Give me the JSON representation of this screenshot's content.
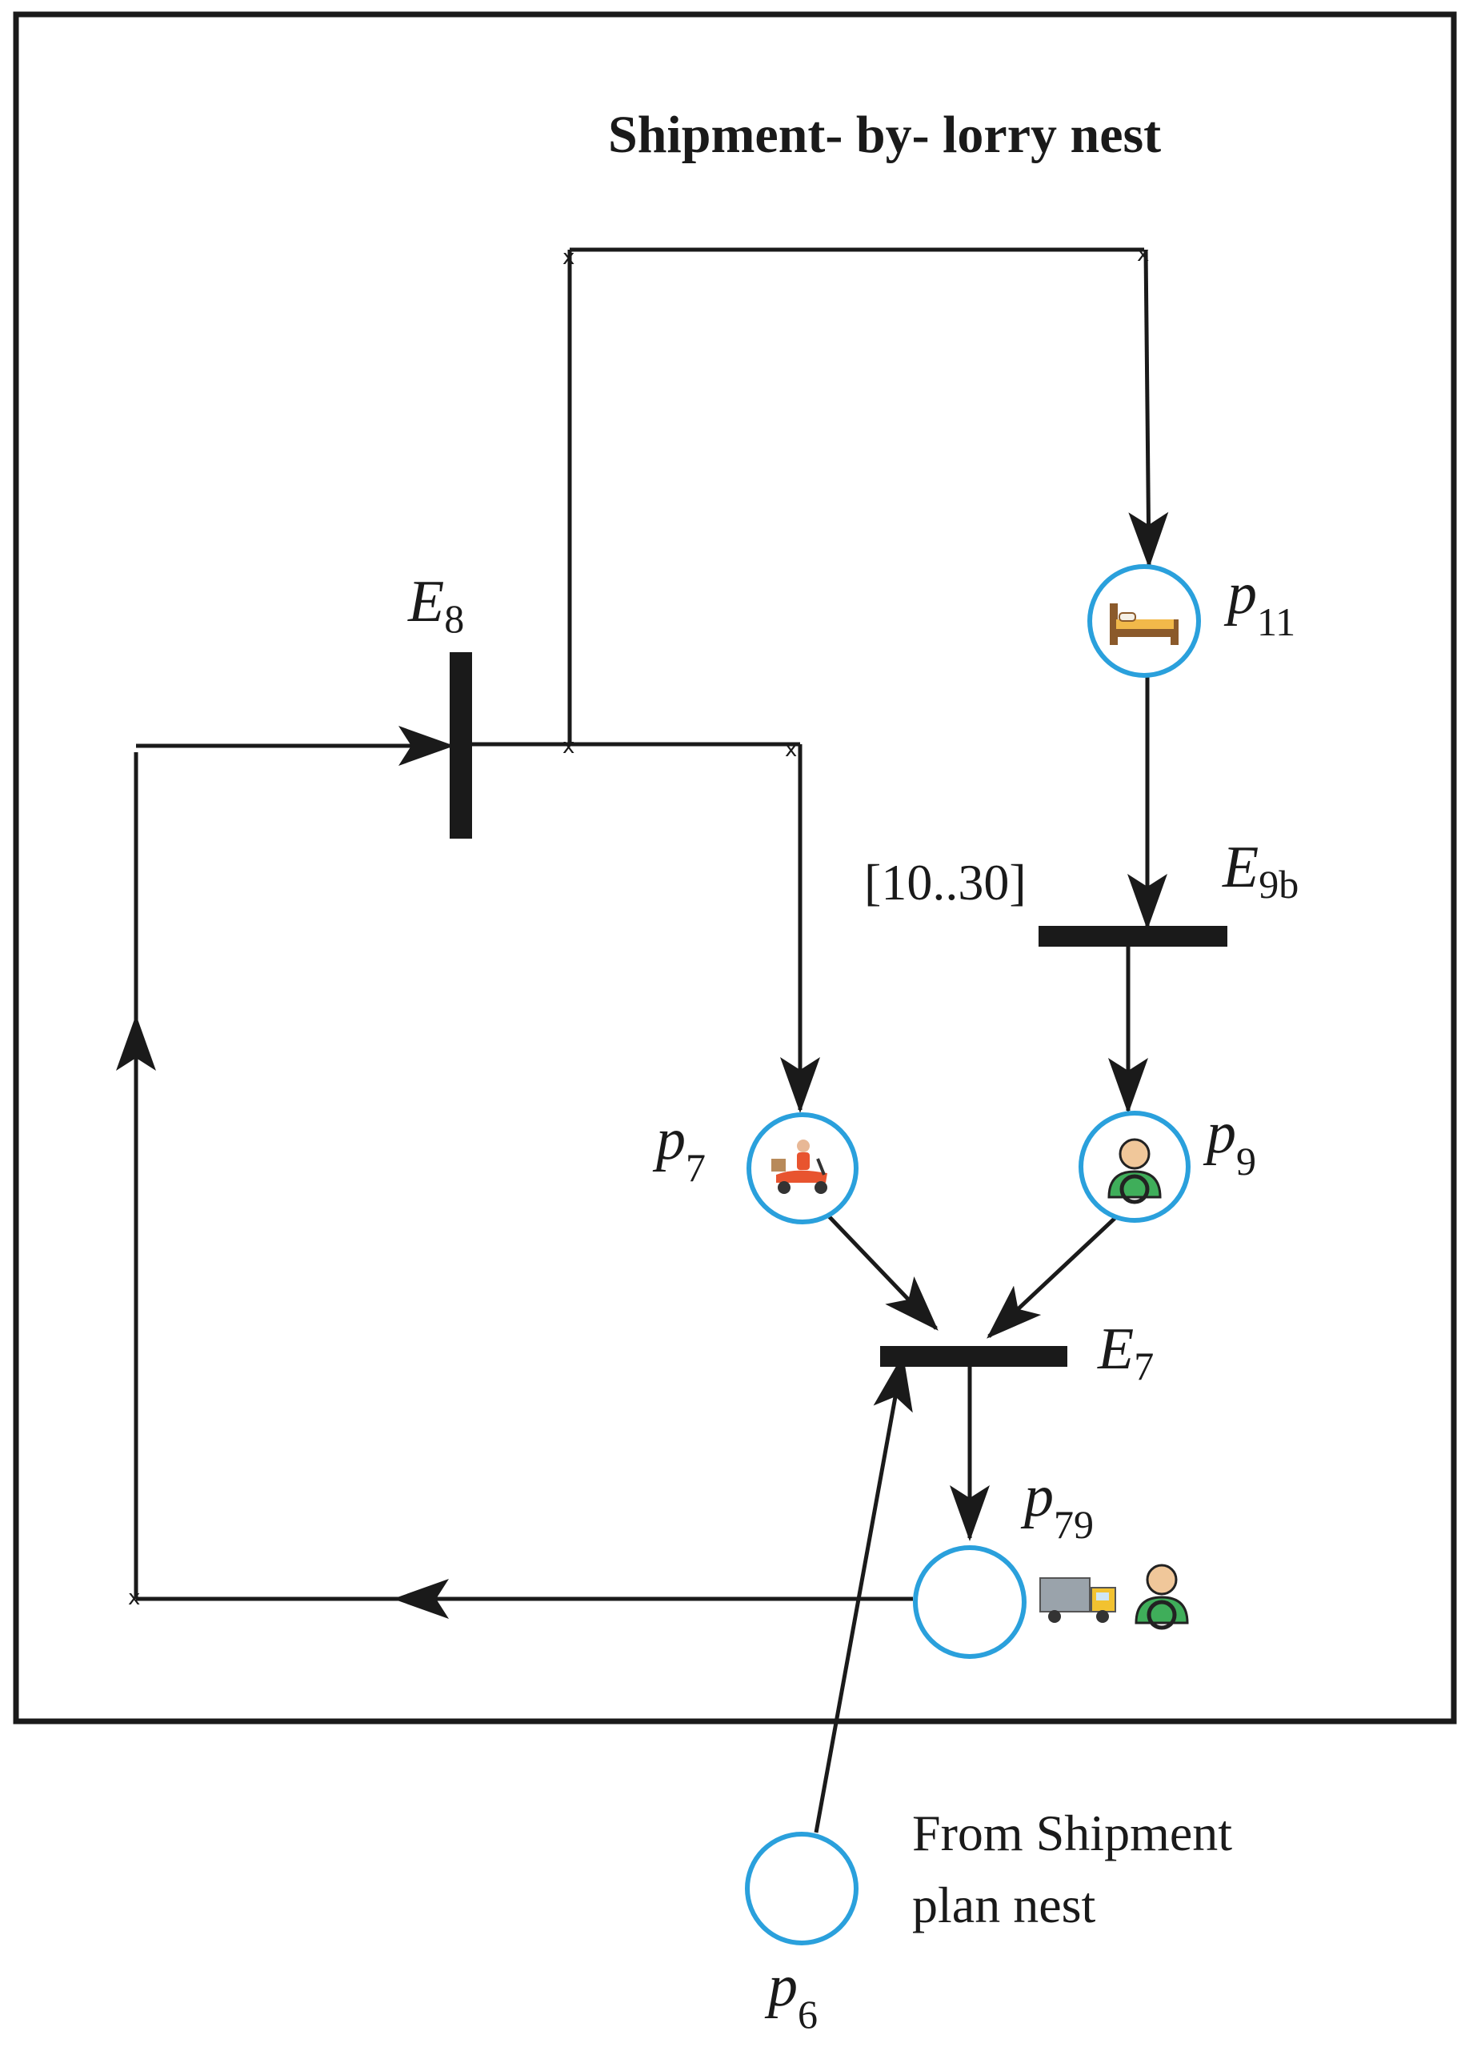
{
  "title": "Shipment- by- lorry nest",
  "guard_e9b": "[10..30]",
  "note": {
    "line1": "From Shipment",
    "line2": "plan nest"
  },
  "places": {
    "p11": {
      "base": "p",
      "sub": "11",
      "icon": "bed-icon"
    },
    "p7": {
      "base": "p",
      "sub": "7",
      "icon": "delivery-scooter-icon"
    },
    "p9": {
      "base": "p",
      "sub": "9",
      "icon": "driver-icon"
    },
    "p79": {
      "base": "p",
      "sub": "79",
      "icons": [
        "lorry-icon",
        "driver-icon"
      ]
    },
    "p6": {
      "base": "p",
      "sub": "6"
    }
  },
  "transitions": {
    "e8": {
      "base": "E",
      "sub": "8"
    },
    "e9b": {
      "base": "E",
      "sub": "9b"
    },
    "e7": {
      "base": "E",
      "sub": "7"
    }
  },
  "junction_mark": "x",
  "colors": {
    "place_stroke": "#2aa0dc",
    "ink": "#1a1a1a",
    "bed_frame": "#8b5a2b",
    "bed_sheet": "#f2b94a",
    "scooter": "#e8542f",
    "driver_shirt": "#3fae5a",
    "lorry_cab": "#f2c230",
    "lorry_body": "#9aa3ab"
  }
}
